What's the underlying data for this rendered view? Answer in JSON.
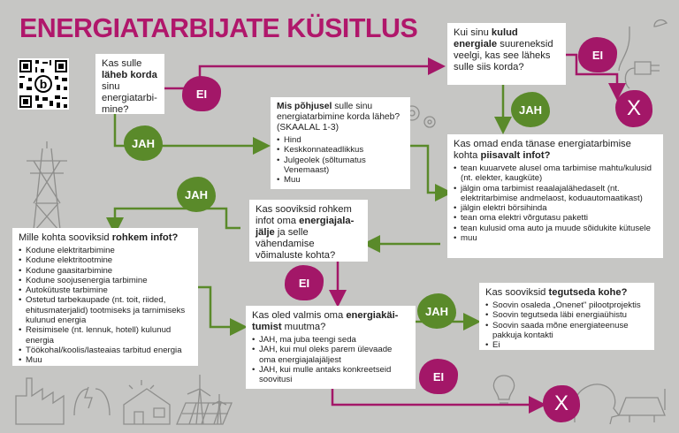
{
  "title": "ENERGIATARBIJATE KÜSITLUS",
  "boxes": {
    "q1": {
      "pre": "Kas sulle ",
      "bold": "läheb korda",
      "post": " sinu energiatarbi-mine?"
    },
    "q2": {
      "bold": "Mis põhjusel",
      "post": " sulle sinu energiatarbimine korda läheb? (SKAALAL 1-3)",
      "items": [
        "Hind",
        "Keskkonnateadlikkus",
        "Julgeolek (sõltumatus Venemaast)",
        "Muu"
      ]
    },
    "q3": {
      "pre": "Kui sinu ",
      "bold": "kulud energiale",
      "post": " suureneksid veelgi, kas see läheks sulle siis korda?"
    },
    "q4": {
      "pre": "Kas omad enda tänase energiatarbimise kohta ",
      "bold": "piisavalt infot?",
      "items": [
        "tean kuuarvete alusel oma tarbimise mahtu/kulusid (nt. elekter, kaugküte)",
        "jälgin oma tarbimist reaalajalähedaselt (nt. elektritarbimise andmelaost, koduautomaatikast)",
        "jälgin elektri börsihinda",
        "tean oma elektri võrgutasu paketti",
        "tean kulusid oma auto ja muude sõidukite kütusele",
        "muu"
      ]
    },
    "q5": {
      "pre": "Kas sooviksid rohkem infot oma ",
      "bold": "energiajala-jälje",
      "post": " ja selle vähendamise võimaluste kohta?"
    },
    "q6": {
      "pre": "Mille kohta sooviksid ",
      "bold": "rohkem infot?",
      "items": [
        "Kodune elektritarbimine",
        "Kodune elektritootmine",
        "Kodune gaasitarbimine",
        "Kodune soojusenergia tarbimine",
        "Autokütuste tarbimine",
        "Ostetud tarbekaupade (nt. toit, riided, ehitusmaterjalid) tootmiseks ja tarnimiseks kulunud energia",
        "Reisimisele (nt. lennuk, hotell) kulunud energia",
        "Töökohal/koolis/lasteaias tarbitud energia",
        "Muu"
      ]
    },
    "q7": {
      "pre": "Kas oled valmis oma ",
      "bold": "energiakäi-tumist",
      "post": " muutma?",
      "items": [
        "JAH, ma juba teengi seda",
        "JAH, kui mul oleks parem ülevaade oma energiajalajäljest",
        "JAH, kui mulle antaks konkreetseid soovitusi"
      ]
    },
    "q8": {
      "pre": "Kas sooviksid ",
      "bold": "tegutseda kohe?",
      "items": [
        "Soovin osaleda „Onenet\" pilootprojektis",
        "Soovin tegutseda läbi energiaühistu",
        "Soovin saada mõne energiateenuse pakkuja kontakti",
        "Ei"
      ]
    }
  },
  "labels": {
    "jah": "JAH",
    "ei": "EI",
    "x": "X"
  },
  "colors": {
    "green": "#5a8a2a",
    "purple": "#a31768",
    "title": "#b0176b",
    "background": "#c6c6c4"
  }
}
